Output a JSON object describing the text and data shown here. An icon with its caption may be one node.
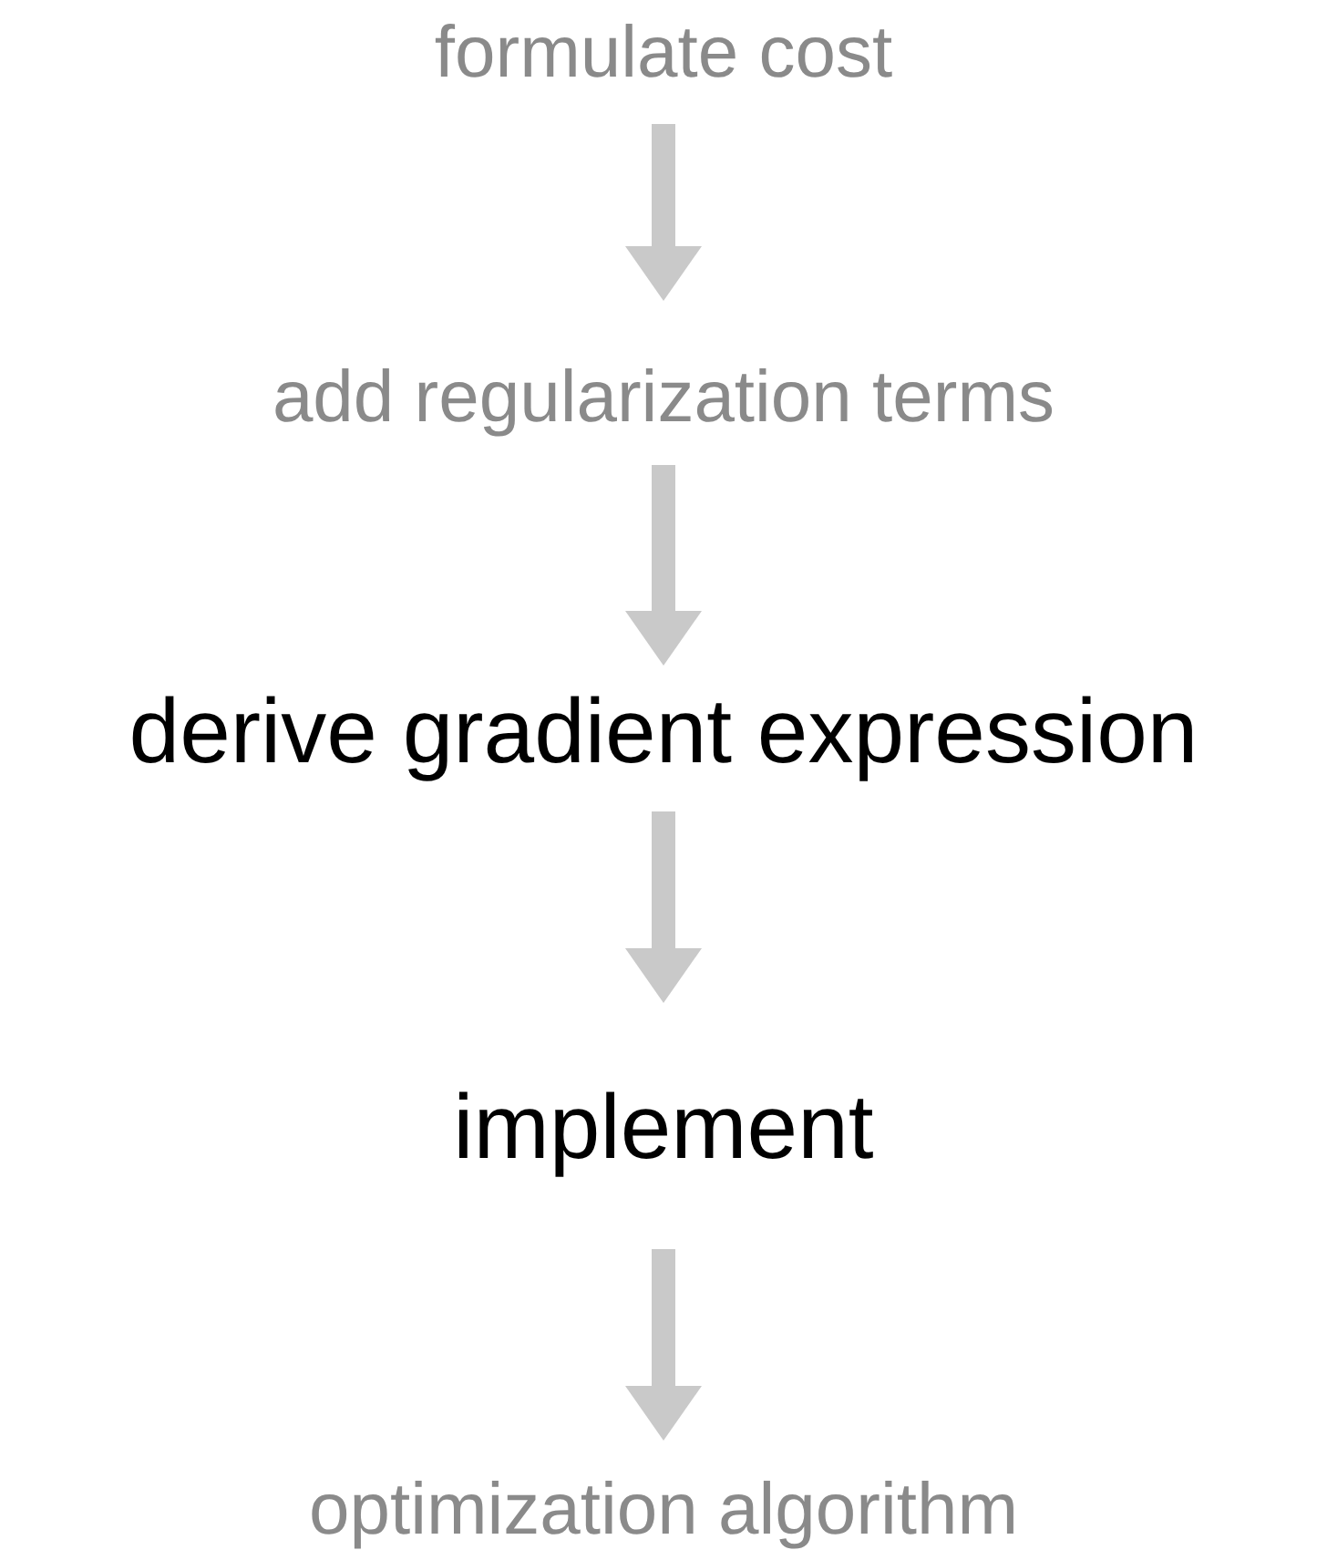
{
  "diagram": {
    "nodes": [
      {
        "text": [
          "formulate cost"
        ]
      },
      {
        "text": [
          "add regularization terms"
        ]
      },
      {
        "text": [
          "derive gradient expression"
        ]
      },
      {
        "text": [
          "implement"
        ]
      },
      {
        "text": [
          "optimization algorithm"
        ]
      }
    ],
    "edges": [
      {
        "from": 0,
        "to": 1,
        "arrow": "to"
      },
      {
        "from": 1,
        "to": 2,
        "arrow": "to"
      },
      {
        "from": 2,
        "to": 3,
        "arrow": "to"
      },
      {
        "from": 3,
        "to": 4,
        "arrow": "to"
      }
    ]
  }
}
